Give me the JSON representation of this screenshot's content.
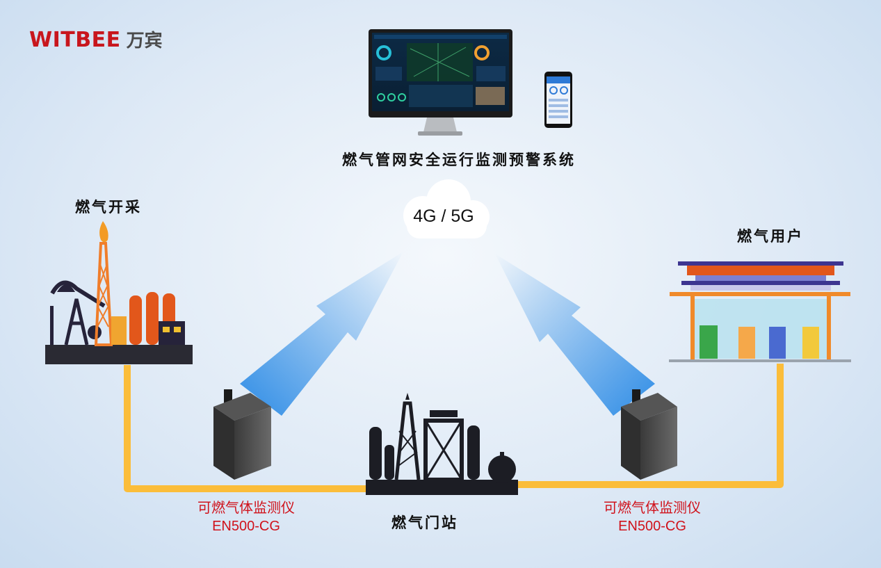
{
  "logo": {
    "brand": "WITBEE",
    "chinese": "万宾"
  },
  "system_label": "燃气管网安全运行监测预警系统",
  "network_label": "4G / 5G",
  "nodes": {
    "extraction": "燃气开采",
    "gate_station": "燃气门站",
    "users": "燃气用户"
  },
  "devices": [
    {
      "name": "可燃气体监测仪",
      "model": "EN500-CG"
    },
    {
      "name": "可燃气体监测仪",
      "model": "EN500-CG"
    }
  ],
  "colors": {
    "brand_red": "#c8161d",
    "pipeline": "#fbbd3a",
    "arrow_blue": "#4aa3ec",
    "device_label_red": "#d0121b"
  }
}
